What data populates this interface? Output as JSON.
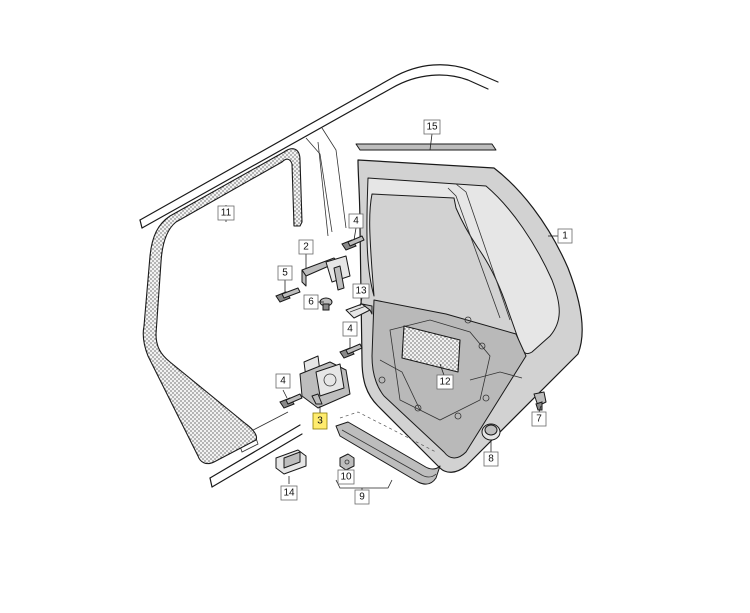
{
  "labels": [
    {
      "id": "1",
      "text": "1"
    },
    {
      "id": "2",
      "text": "2"
    },
    {
      "id": "3",
      "text": "3"
    },
    {
      "id": "4a",
      "text": "4"
    },
    {
      "id": "4b",
      "text": "4"
    },
    {
      "id": "4c",
      "text": "4"
    },
    {
      "id": "5",
      "text": "5"
    },
    {
      "id": "6",
      "text": "6"
    },
    {
      "id": "7",
      "text": "7"
    },
    {
      "id": "8",
      "text": "8"
    },
    {
      "id": "9",
      "text": "9"
    },
    {
      "id": "10",
      "text": "10"
    },
    {
      "id": "11",
      "text": "11"
    },
    {
      "id": "12",
      "text": "12"
    },
    {
      "id": "13",
      "text": "13"
    },
    {
      "id": "14",
      "text": "14"
    },
    {
      "id": "15",
      "text": "15"
    }
  ],
  "highlighted": "3"
}
